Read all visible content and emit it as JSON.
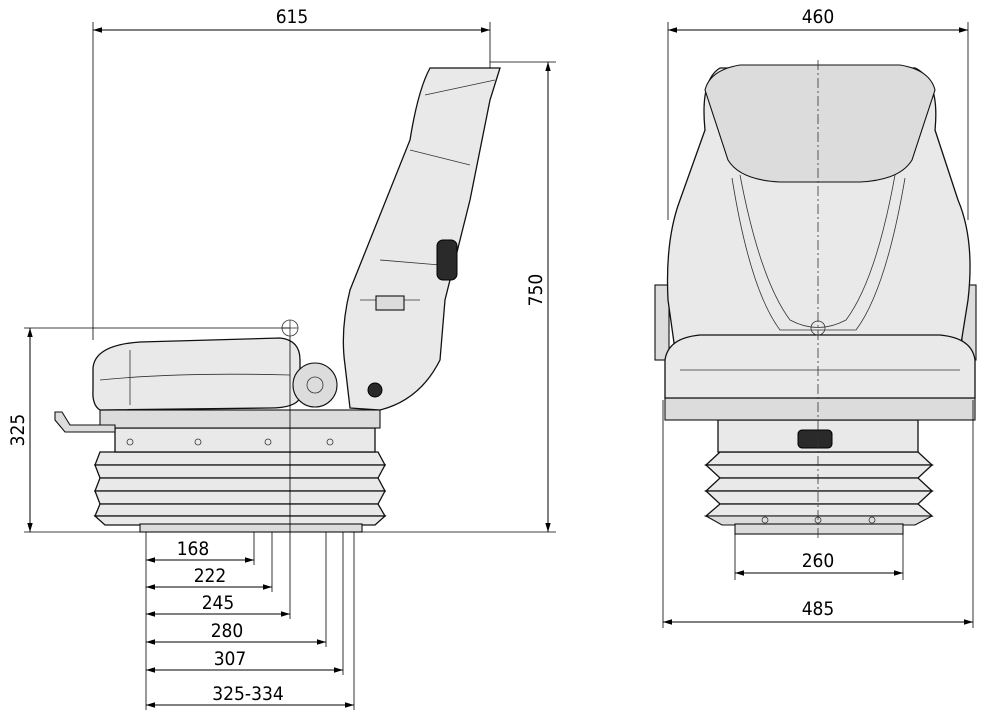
{
  "side_view": {
    "dimensions": {
      "overall_depth": "615",
      "overall_height": "750",
      "seat_height": "325",
      "offsets": [
        "168",
        "222",
        "245",
        "280",
        "307",
        "325-334"
      ]
    }
  },
  "front_view": {
    "dimensions": {
      "backrest_width": "460",
      "base_width": "260",
      "overall_width": "485"
    }
  }
}
